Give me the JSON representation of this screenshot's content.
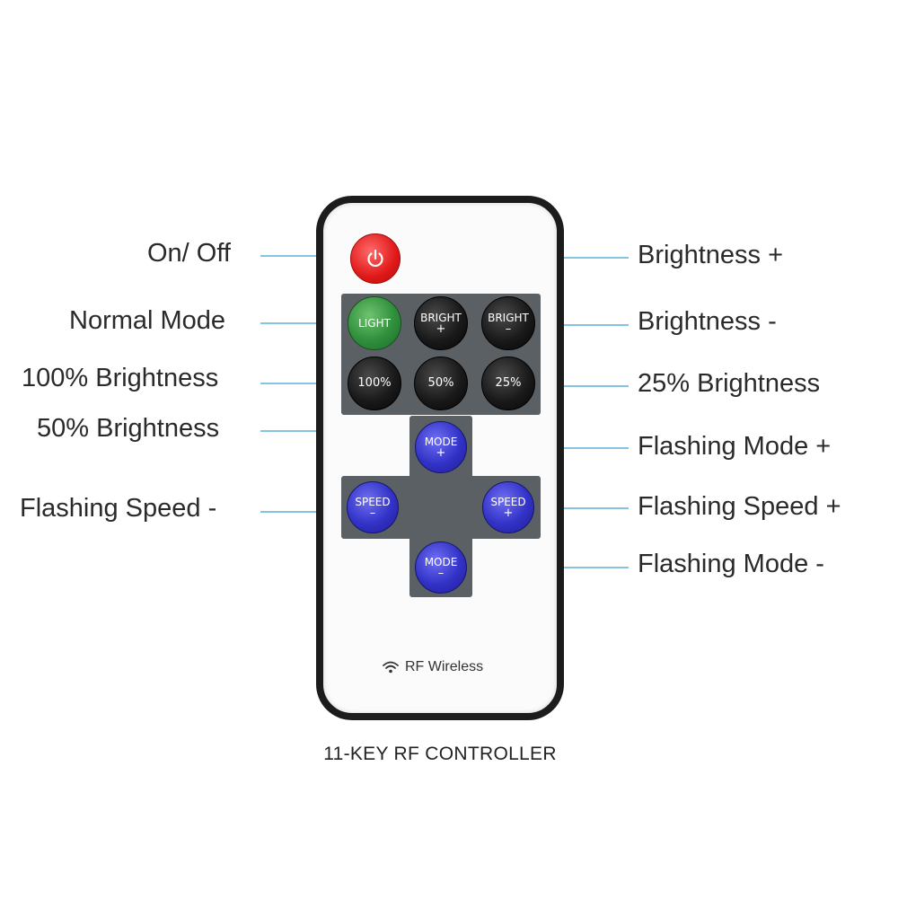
{
  "labels": {
    "on_off": "On/ Off",
    "normal_mode": "Normal Mode",
    "brightness_100": "100% Brightness",
    "brightness_50": "50% Brightness",
    "flashing_speed_minus": "Flashing Speed -",
    "brightness_plus": "Brightness +",
    "brightness_minus": "Brightness -",
    "brightness_25": "25% Brightness",
    "flashing_mode_plus": "Flashing Mode +",
    "flashing_speed_plus": "Flashing Speed +",
    "flashing_mode_minus": "Flashing Mode -"
  },
  "buttons": {
    "light": "LIGHT",
    "bright_plus": {
      "line1": "BRIGHT",
      "line2": "+"
    },
    "bright_minus": {
      "line1": "BRIGHT",
      "line2": "–"
    },
    "pct_100": "100%",
    "pct_50": "50%",
    "pct_25": "25%",
    "mode_plus": {
      "line1": "MODE",
      "line2": "+"
    },
    "mode_minus": {
      "line1": "MODE",
      "line2": "–"
    },
    "speed_minus": {
      "line1": "SPEED",
      "line2": "–"
    },
    "speed_plus": {
      "line1": "SPEED",
      "line2": "+"
    }
  },
  "rf_label": "RF Wireless",
  "caption": "11-KEY RF CONTROLLER",
  "icons": {
    "power": "power-icon",
    "wireless": "wifi-icon"
  },
  "colors": {
    "leader_line": "#3a9fcf",
    "power_button": "#e01818",
    "light_button": "#2f8f3c",
    "mode_speed_buttons": "#3232c7",
    "dark_buttons": "#1a1a1a",
    "panel": "#5b6064"
  }
}
